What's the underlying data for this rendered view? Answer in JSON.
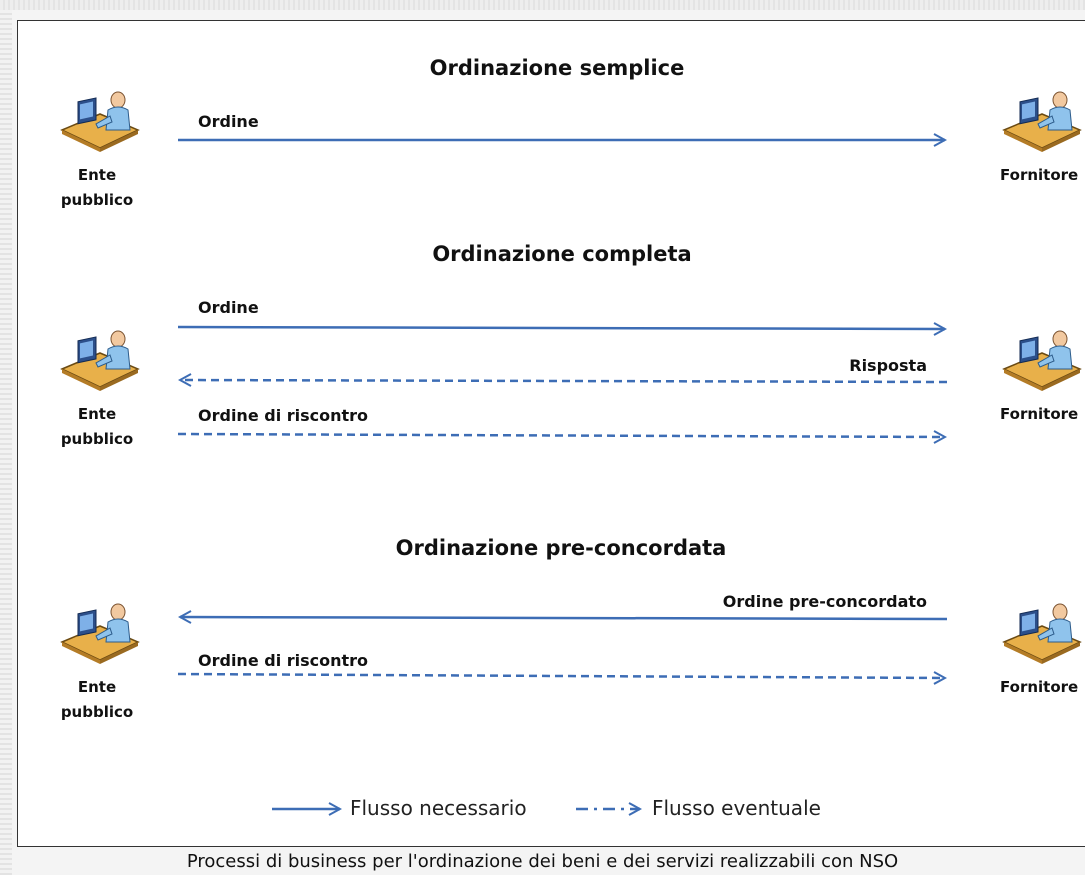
{
  "sections": [
    {
      "title": "Ordinazione semplice",
      "flows": [
        {
          "label": "Ordine",
          "style": "solid",
          "direction": "to-fornitore"
        }
      ],
      "left_actor": "Ente pubblico",
      "right_actor": "Fornitore"
    },
    {
      "title": "Ordinazione completa",
      "flows": [
        {
          "label": "Ordine",
          "style": "solid",
          "direction": "to-fornitore"
        },
        {
          "label": "Risposta",
          "style": "dashed",
          "direction": "to-ente"
        },
        {
          "label": "Ordine di riscontro",
          "style": "dashed",
          "direction": "to-fornitore"
        }
      ],
      "left_actor": "Ente pubblico",
      "right_actor": "Fornitore"
    },
    {
      "title": "Ordinazione pre-concordata",
      "flows": [
        {
          "label": "Ordine pre-concordato",
          "style": "solid",
          "direction": "to-ente"
        },
        {
          "label": "Ordine di riscontro",
          "style": "dashed",
          "direction": "to-fornitore"
        }
      ],
      "left_actor": "Ente pubblico",
      "right_actor": "Fornitore"
    }
  ],
  "actors": {
    "left_line1": "Ente",
    "left_line2": "pubblico",
    "right": "Fornitore",
    "icon": "person-at-computer-icon"
  },
  "legend": {
    "necessary": "Flusso necessario",
    "optional": "Flusso eventuale"
  },
  "caption": "Processi di business per l'ordinazione dei beni e dei servizi realizzabili con NSO",
  "colors": {
    "arrow": "#3d6db5",
    "text": "#111111",
    "frame": "#333333"
  }
}
